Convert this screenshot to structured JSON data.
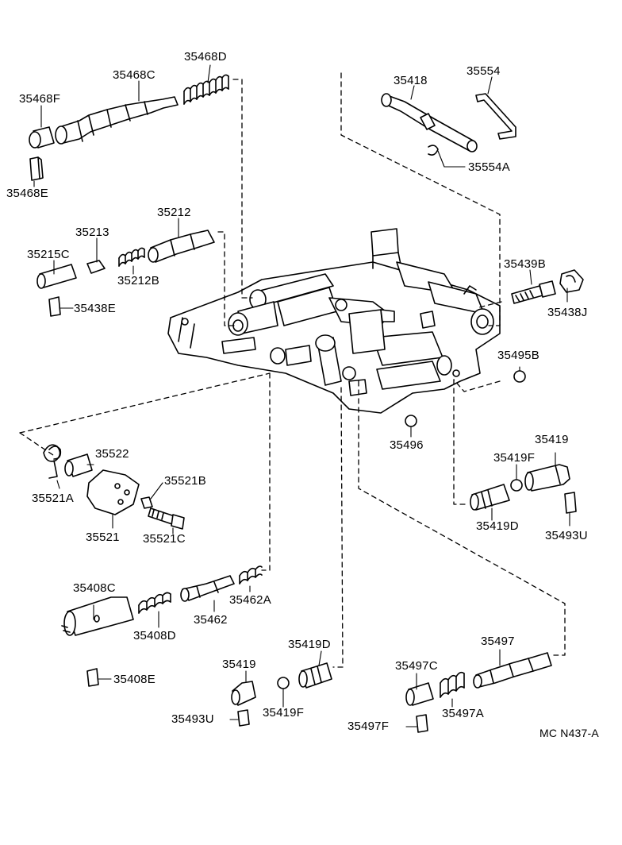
{
  "diagram_code": "MC N437-A",
  "parts": [
    {
      "key": "35468D",
      "label": "35468D"
    },
    {
      "key": "35468C",
      "label": "35468C"
    },
    {
      "key": "35468F",
      "label": "35468F"
    },
    {
      "key": "35468E",
      "label": "35468E"
    },
    {
      "key": "35418",
      "label": "35418"
    },
    {
      "key": "35554",
      "label": "35554"
    },
    {
      "key": "35554A",
      "label": "35554A"
    },
    {
      "key": "35212",
      "label": "35212"
    },
    {
      "key": "35213",
      "label": "35213"
    },
    {
      "key": "35215C",
      "label": "35215C"
    },
    {
      "key": "35212B",
      "label": "35212B"
    },
    {
      "key": "35438E",
      "label": "35438E"
    },
    {
      "key": "35439B",
      "label": "35439B"
    },
    {
      "key": "35438J",
      "label": "35438J"
    },
    {
      "key": "35495B",
      "label": "35495B"
    },
    {
      "key": "35496",
      "label": "35496"
    },
    {
      "key": "35522",
      "label": "35522"
    },
    {
      "key": "35521B",
      "label": "35521B"
    },
    {
      "key": "35521A",
      "label": "35521A"
    },
    {
      "key": "35521",
      "label": "35521"
    },
    {
      "key": "35521C",
      "label": "35521C"
    },
    {
      "key": "35419_r",
      "label": "35419"
    },
    {
      "key": "35419F_r",
      "label": "35419F"
    },
    {
      "key": "35419D_r",
      "label": "35419D"
    },
    {
      "key": "35493U_r",
      "label": "35493U"
    },
    {
      "key": "35408C",
      "label": "35408C"
    },
    {
      "key": "35462A",
      "label": "35462A"
    },
    {
      "key": "35408D",
      "label": "35408D"
    },
    {
      "key": "35462",
      "label": "35462"
    },
    {
      "key": "35408E",
      "label": "35408E"
    },
    {
      "key": "35419D_b",
      "label": "35419D"
    },
    {
      "key": "35419_b",
      "label": "35419"
    },
    {
      "key": "35419F_b",
      "label": "35419F"
    },
    {
      "key": "35493U_b",
      "label": "35493U"
    },
    {
      "key": "35497",
      "label": "35497"
    },
    {
      "key": "35497C",
      "label": "35497C"
    },
    {
      "key": "35497A",
      "label": "35497A"
    },
    {
      "key": "35497F",
      "label": "35497F"
    }
  ]
}
